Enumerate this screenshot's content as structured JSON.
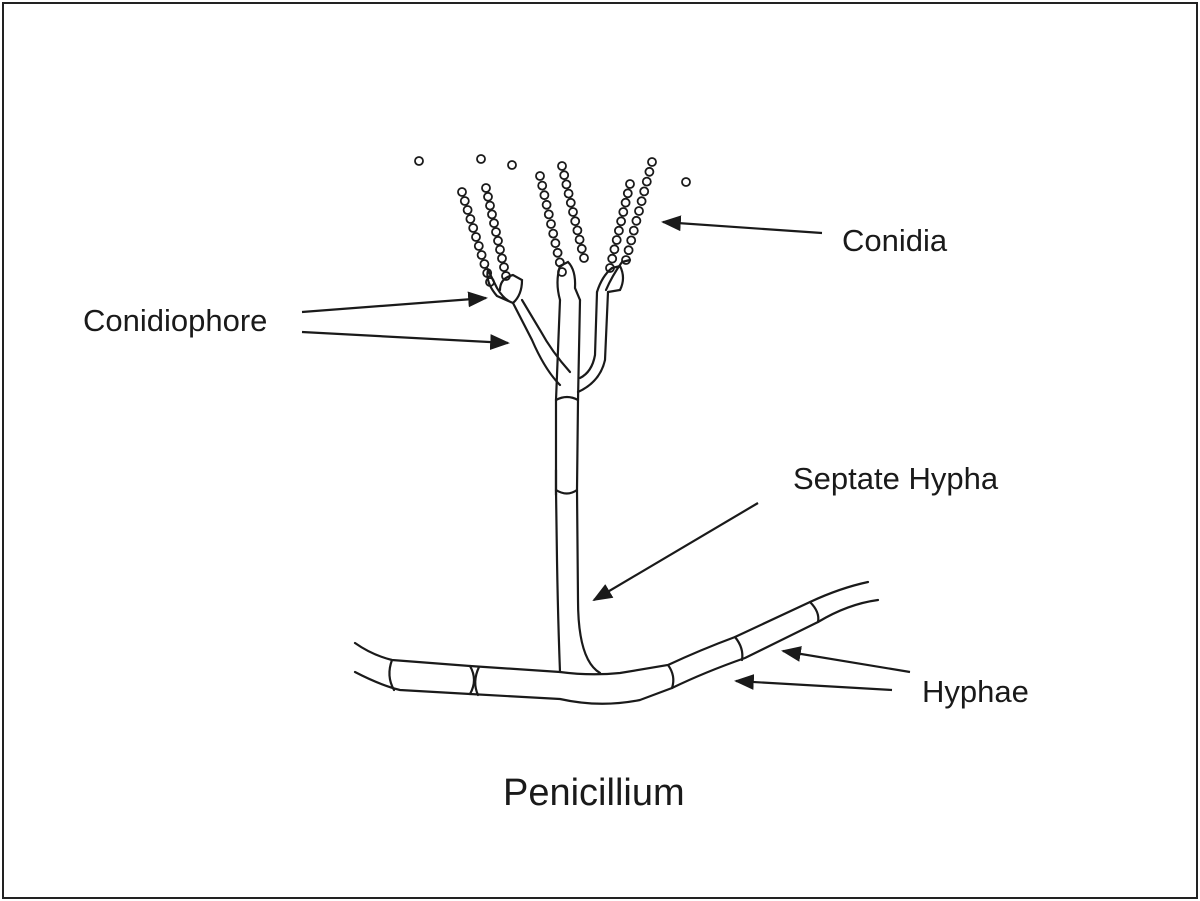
{
  "diagram": {
    "title": "Penicillium",
    "labels": {
      "conidia": "Conidia",
      "conidiophore": "Conidiophore",
      "septate_hypha": "Septate Hypha",
      "hyphae": "Hyphae"
    },
    "colors": {
      "ink": "#1a1a1a",
      "border": "#222222",
      "background": "#ffffff"
    }
  }
}
